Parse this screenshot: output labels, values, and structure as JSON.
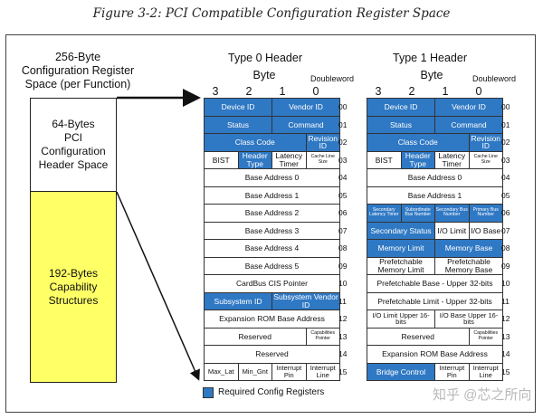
{
  "figure_title": "Figure 3-2: PCI Compatible Configuration Register Space",
  "left_title": [
    "256-Byte",
    "Configuration Register",
    "Space (per Function)"
  ],
  "header_space_label": [
    "64-Bytes",
    "PCI Configuration",
    "Header Space"
  ],
  "capability_label": [
    "192-Bytes",
    "Capability",
    "Structures"
  ],
  "byte_label": "Byte",
  "dword_label": "Doubleword",
  "byte_numbers": [
    "3",
    "2",
    "1",
    "0"
  ],
  "legend": "Required Config Registers",
  "watermark": "知乎 @芯之所向",
  "colors": {
    "required": "#2f78c4",
    "capability": "#ffff66"
  },
  "type0": {
    "title": "Type 0 Header",
    "rows": [
      [
        {
          "t": "Device ID",
          "s": 2,
          "b": true
        },
        {
          "t": "Vendor ID",
          "s": 2,
          "b": true
        }
      ],
      [
        {
          "t": "Status",
          "s": 2,
          "b": true
        },
        {
          "t": "Command",
          "s": 2,
          "b": true
        }
      ],
      [
        {
          "t": "Class Code",
          "s": 3,
          "b": true
        },
        {
          "t": "Revision ID",
          "s": 1,
          "b": true
        }
      ],
      [
        {
          "t": "BIST",
          "s": 1
        },
        {
          "t": "Header Type",
          "s": 1,
          "b": true
        },
        {
          "t": "Latency Timer",
          "s": 1
        },
        {
          "t": "Cache Line Size",
          "s": 1,
          "z": "tiny"
        }
      ],
      [
        {
          "t": "Base Address 0",
          "s": 4
        }
      ],
      [
        {
          "t": "Base Address 1",
          "s": 4
        }
      ],
      [
        {
          "t": "Base Address 2",
          "s": 4
        }
      ],
      [
        {
          "t": "Base Address 3",
          "s": 4
        }
      ],
      [
        {
          "t": "Base Address 4",
          "s": 4
        }
      ],
      [
        {
          "t": "Base Address 5",
          "s": 4
        }
      ],
      [
        {
          "t": "CardBus CIS Pointer",
          "s": 4
        }
      ],
      [
        {
          "t": "Subsystem ID",
          "s": 2,
          "b": true
        },
        {
          "t": "Subsystem Vendor ID",
          "s": 2,
          "b": true
        }
      ],
      [
        {
          "t": "Expansion ROM Base Address",
          "s": 4
        }
      ],
      [
        {
          "t": "Reserved",
          "s": 3
        },
        {
          "t": "Capabilities Pointer",
          "s": 1,
          "z": "tiny"
        }
      ],
      [
        {
          "t": "Reserved",
          "s": 4
        }
      ],
      [
        {
          "t": "Max_Lat",
          "s": 1,
          "z": "small"
        },
        {
          "t": "Min_Gnt",
          "s": 1,
          "z": "small"
        },
        {
          "t": "Interrupt Pin",
          "s": 1,
          "z": "small"
        },
        {
          "t": "Interrupt Line",
          "s": 1,
          "z": "small"
        }
      ]
    ]
  },
  "type1": {
    "title": "Type 1 Header",
    "rows": [
      [
        {
          "t": "Device ID",
          "s": 2,
          "b": true
        },
        {
          "t": "Vendor ID",
          "s": 2,
          "b": true
        }
      ],
      [
        {
          "t": "Status",
          "s": 2,
          "b": true
        },
        {
          "t": "Command",
          "s": 2,
          "b": true
        }
      ],
      [
        {
          "t": "Class Code",
          "s": 3,
          "b": true
        },
        {
          "t": "Revision ID",
          "s": 1,
          "b": true
        }
      ],
      [
        {
          "t": "BIST",
          "s": 1
        },
        {
          "t": "Header Type",
          "s": 1,
          "b": true
        },
        {
          "t": "Latency Timer",
          "s": 1
        },
        {
          "t": "Cache Line Size",
          "s": 1,
          "z": "tiny"
        }
      ],
      [
        {
          "t": "Base Address 0",
          "s": 4
        }
      ],
      [
        {
          "t": "Base Address 1",
          "s": 4
        }
      ],
      [
        {
          "t": "Secondary Latency Timer",
          "s": 1,
          "b": true,
          "z": "tiny"
        },
        {
          "t": "Subordinate Bus Number",
          "s": 1,
          "b": true,
          "z": "tiny"
        },
        {
          "t": "Secondary Bus Number",
          "s": 1,
          "b": true,
          "z": "tiny"
        },
        {
          "t": "Primary Bus Number",
          "s": 1,
          "b": true,
          "z": "tiny"
        }
      ],
      [
        {
          "t": "Secondary Status",
          "s": 2,
          "b": true
        },
        {
          "t": "I/O Limit",
          "s": 1
        },
        {
          "t": "I/O Base",
          "s": 1
        }
      ],
      [
        {
          "t": "Memory Limit",
          "s": 2,
          "b": true
        },
        {
          "t": "Memory Base",
          "s": 2,
          "b": true
        }
      ],
      [
        {
          "t": "Prefetchable Memory Limit",
          "s": 2
        },
        {
          "t": "Prefetchable Memory Base",
          "s": 2
        }
      ],
      [
        {
          "t": "Prefetchable Base - Upper 32-bits",
          "s": 4
        }
      ],
      [
        {
          "t": "Prefetchable Limit - Upper 32-bits",
          "s": 4
        }
      ],
      [
        {
          "t": "I/O Limit Upper 16-bits",
          "s": 2,
          "z": "small"
        },
        {
          "t": "I/O Base Upper 16-bits",
          "s": 2,
          "z": "small"
        }
      ],
      [
        {
          "t": "Reserved",
          "s": 3
        },
        {
          "t": "Capabilities Pointer",
          "s": 1,
          "z": "tiny"
        }
      ],
      [
        {
          "t": "Expansion ROM Base Address",
          "s": 4
        }
      ],
      [
        {
          "t": "Bridge Control",
          "s": 2,
          "b": true
        },
        {
          "t": "Interrupt Pin",
          "s": 1,
          "z": "small"
        },
        {
          "t": "Interrupt Line",
          "s": 1,
          "z": "small"
        }
      ]
    ]
  },
  "dword_numbers": [
    "00",
    "01",
    "02",
    "03",
    "04",
    "05",
    "06",
    "07",
    "08",
    "09",
    "10",
    "11",
    "12",
    "13",
    "14",
    "15"
  ]
}
